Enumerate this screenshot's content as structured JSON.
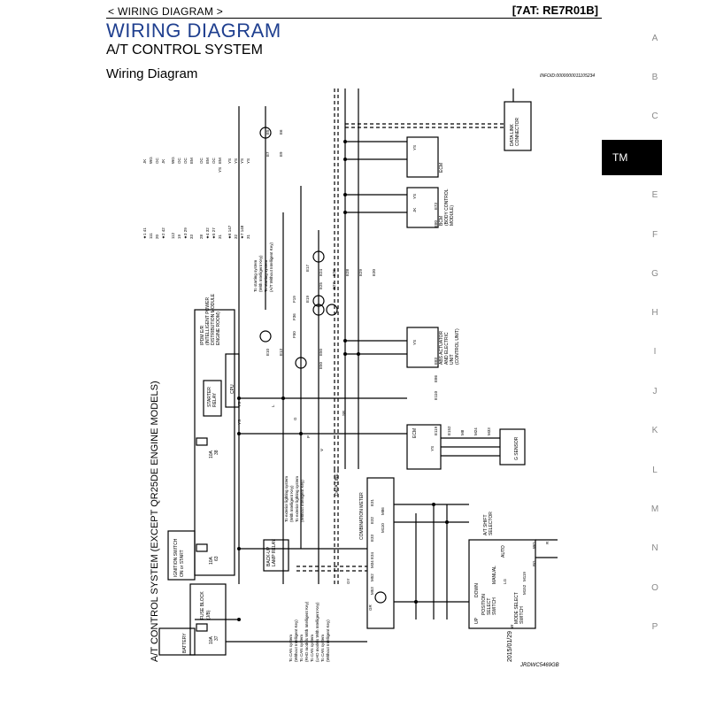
{
  "header": {
    "breadcrumb": "< WIRING DIAGRAM >",
    "code": "[7AT: RE7R01B]"
  },
  "page": {
    "title": "WIRING DIAGRAM",
    "subtitle": "A/T CONTROL SYSTEM",
    "section": "Wiring Diagram",
    "info_id": "INFOID:0000000011105234",
    "figure_id": "JRDWC5469GB"
  },
  "side_index": {
    "letters": [
      "A",
      "B",
      "C",
      "TM",
      "E",
      "F",
      "G",
      "H",
      "I",
      "J",
      "K",
      "L",
      "M",
      "N",
      "O",
      "P"
    ],
    "active": "TM"
  },
  "diagram": {
    "rotated_title": "A/T CONTROL SYSTEM (EXCEPT QR25DE ENGINE MODELS)",
    "date": "2015/01/29",
    "components": {
      "battery": "BATTERY",
      "fuse_block": [
        "FUSE BLOCK",
        "(J/B)"
      ],
      "ignition": [
        "IGNITION SWITCH",
        "ON or START"
      ],
      "ipdm": [
        "IPDM E/R",
        "(INTELLIGENT POWER",
        "DISTRIBUTION MODULE",
        "ENGINE ROOM)"
      ],
      "starter_relay": [
        "STARTER",
        "RELAY"
      ],
      "cpu": "CPU",
      "backup_relay": [
        "BACK-UP",
        "LAMP RELAY"
      ],
      "combination_meter": "COMBINATION METER",
      "ecm": "ECM",
      "g_sensor": "G SENSOR",
      "data_link": [
        "DATA LINK",
        "CONNECTOR"
      ],
      "ecm2": "ECM",
      "bcm": [
        "BCM",
        "(BODY CONTROL",
        "MODULE)"
      ],
      "abs": [
        "ABS ACTUATOR",
        "AND ELECTRIC",
        "UNIT",
        "(CONTROL UNIT)"
      ],
      "at_shift_selector": [
        "A/T SHIFT",
        "SELECTOR"
      ],
      "mode_select": [
        "MODE SELECT",
        "SWITCH"
      ],
      "manual": "MANUAL",
      "auto": "AUTO",
      "down": "DOWN",
      "up": "UP",
      "position": [
        "POSITION",
        "SELECT",
        "SWITCH"
      ],
      "data_line": "DATA LINE"
    },
    "fuses": [
      {
        "label": "10A",
        "num": "37"
      },
      {
        "label": "10A",
        "num": "38"
      },
      {
        "label": "10A",
        "num": "63"
      }
    ],
    "connectors": [
      "E5",
      "E6",
      "E7",
      "E9",
      "E10",
      "E13",
      "E17",
      "E19",
      "E24",
      "E25",
      "E26",
      "E27",
      "E28",
      "E29",
      "E30",
      "E31",
      "E32",
      "E33",
      "E34",
      "E50",
      "E50",
      "E73",
      "E80",
      "E83",
      "E86",
      "E110",
      "E119",
      "E152",
      "M8",
      "M24",
      "M33",
      "M34",
      "M52",
      "M53",
      "M86",
      "M110",
      "M119",
      "M152",
      "F19",
      "F36",
      "F50"
    ],
    "wire_colors": [
      "YS",
      "YS",
      "YS",
      "YS",
      "YS",
      "YS",
      "YS",
      "GR",
      "SB",
      "JK",
      "LG",
      "W",
      "WG",
      "BG",
      "R",
      "L",
      "G",
      "P",
      "V",
      "GY"
    ],
    "left_notes": [
      "To starting system",
      "(With Intelligent Key)",
      "To starting system",
      "(A/T Without Intelligent Key)"
    ],
    "lighting_notes": [
      "To exterior lighting system",
      "(With Intelligent Key)",
      "To exterior lighting system",
      "(Without Intelligent Key)"
    ],
    "can_notes": [
      "To CAN system",
      "(Without Intelligent Key)",
      "To CAN system",
      "(RHD models With Intelligent Key)",
      "To CAN system",
      "(LHD models With Intelligent Key)",
      "To CAN system",
      "(Without Intelligent Key)"
    ],
    "legend": [
      {
        "mark": "★1",
        "a": "41",
        "b": "JK"
      },
      {
        "mark": "",
        "a": "111",
        "b": "WG"
      },
      {
        "mark": "",
        "a": "20",
        "b": "OC"
      },
      {
        "mark": "★2",
        "a": "42",
        "b": "JK"
      },
      {
        "mark": "",
        "a": "112",
        "b": "WG"
      },
      {
        "mark": "",
        "a": "19",
        "b": "OC"
      },
      {
        "mark": "★3",
        "a": "29",
        "b": "OC"
      },
      {
        "mark": "",
        "a": "33",
        "b": "EM"
      },
      {
        "mark": "",
        "a": "28",
        "b": "OC"
      },
      {
        "mark": "★4",
        "a": "32",
        "b": "EM"
      },
      {
        "mark": "★5",
        "a": "27",
        "b": "OC"
      },
      {
        "mark": "",
        "a": "31",
        "b": "EM"
      },
      {
        "mark": "★6",
        "a": "147",
        "b": "YS"
      },
      {
        "mark": "",
        "a": "32",
        "b": "YS"
      },
      {
        "mark": "★7",
        "a": "148",
        "b": "YS"
      },
      {
        "mark": "",
        "a": "31",
        "b": "YS"
      }
    ]
  }
}
